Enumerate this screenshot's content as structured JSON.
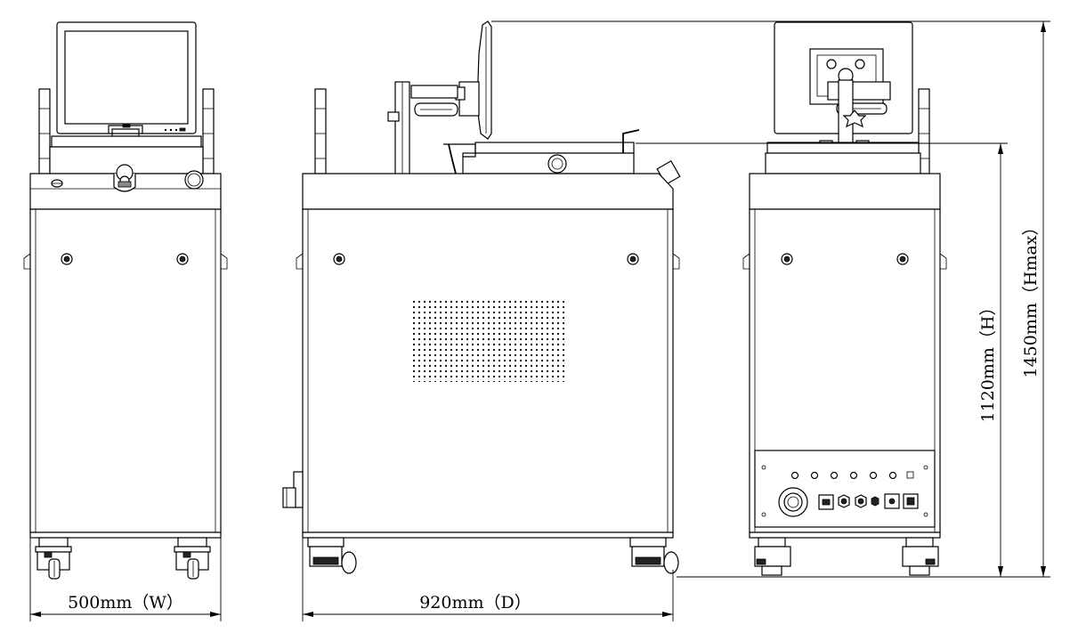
{
  "dimensions": {
    "width": "500mm（W）",
    "depth": "920mm（D）",
    "height": "1120mm（H）",
    "height_max": "1450mm（Hmax）"
  }
}
